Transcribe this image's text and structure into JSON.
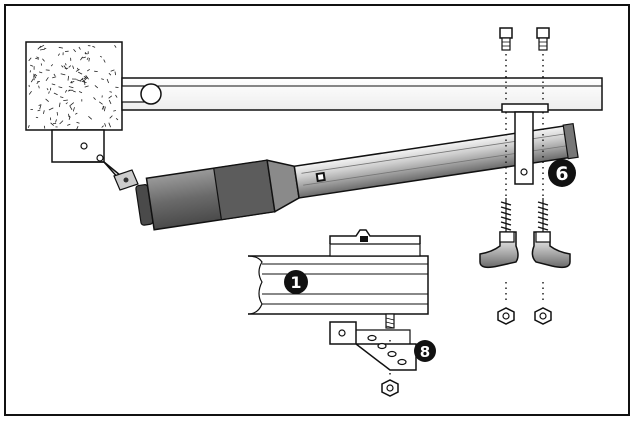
{
  "callouts": {
    "one": "1",
    "six": "6",
    "eight": "8"
  },
  "colors": {
    "frame": "#111111",
    "actuator_dark": "#6e6e6e",
    "actuator_mid": "#a9a9a9",
    "actuator_light": "#e6e6e6",
    "concrete_speckle": "#222222",
    "callout_fill": "#111111",
    "callout_text": "#ffffff"
  },
  "icons": {
    "pillar": "concrete-pillar-icon",
    "bolt": "bolt-icon",
    "nut": "nut-icon",
    "screw": "wood-screw-icon",
    "bracket": "mounting-bracket-icon"
  }
}
